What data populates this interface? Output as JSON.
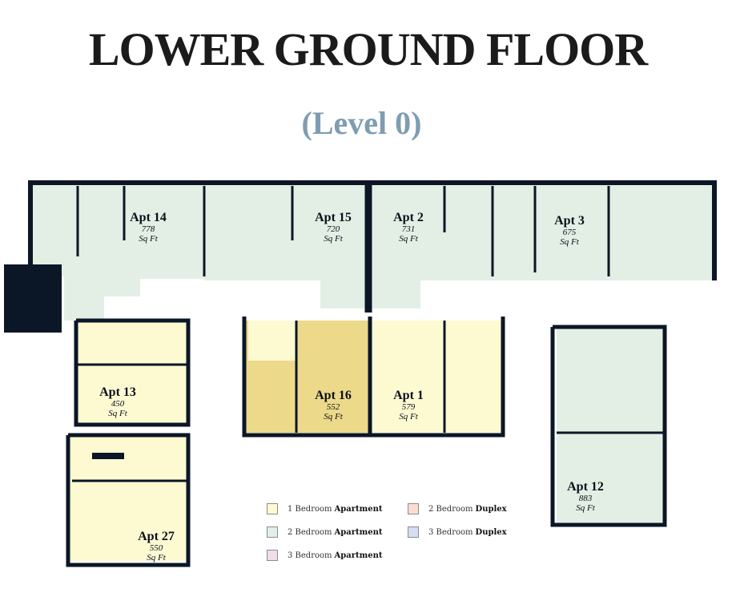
{
  "header": {
    "title": "LOWER GROUND FLOOR",
    "subtitle": "(Level 0)"
  },
  "apartments": [
    {
      "name": "Apt 14",
      "area": "778",
      "unit": "Sq Ft",
      "type": "2 Bedroom Apartment"
    },
    {
      "name": "Apt 15",
      "area": "720",
      "unit": "Sq Ft",
      "type": "2 Bedroom Apartment"
    },
    {
      "name": "Apt 2",
      "area": "731",
      "unit": "Sq Ft",
      "type": "2 Bedroom Apartment"
    },
    {
      "name": "Apt 3",
      "area": "675",
      "unit": "Sq Ft",
      "type": "2 Bedroom Apartment"
    },
    {
      "name": "Apt 13",
      "area": "450",
      "unit": "Sq Ft",
      "type": "1 Bedroom Apartment"
    },
    {
      "name": "Apt 16",
      "area": "552",
      "unit": "Sq Ft",
      "type": "1 Bedroom Apartment"
    },
    {
      "name": "Apt 1",
      "area": "579",
      "unit": "Sq Ft",
      "type": "1 Bedroom Apartment"
    },
    {
      "name": "Apt 12",
      "area": "883",
      "unit": "Sq Ft",
      "type": "2 Bedroom Apartment"
    },
    {
      "name": "Apt 27",
      "area": "550",
      "unit": "Sq Ft",
      "type": "1 Bedroom Apartment"
    }
  ],
  "legend": [
    {
      "num": "1 Bedroom",
      "kind": "Apartment",
      "color": "#fdfad2"
    },
    {
      "num": "2 Bedroom",
      "kind": "Apartment",
      "color": "#e3efe4"
    },
    {
      "num": "3 Bedroom",
      "kind": "Apartment",
      "color": "#efdde8"
    },
    {
      "num": "2 Bedroom",
      "kind": "Duplex",
      "color": "#fbdccf"
    },
    {
      "num": "3 Bedroom",
      "kind": "Duplex",
      "color": "#d3dff0"
    }
  ],
  "colors": {
    "wall": "#0b1626",
    "one_bed": "#fdfad2",
    "one_bed_alt": "#ecd98a",
    "two_bed": "#e3efe4",
    "title": "#1b1b1b",
    "subtitle": "#7f9db2"
  }
}
